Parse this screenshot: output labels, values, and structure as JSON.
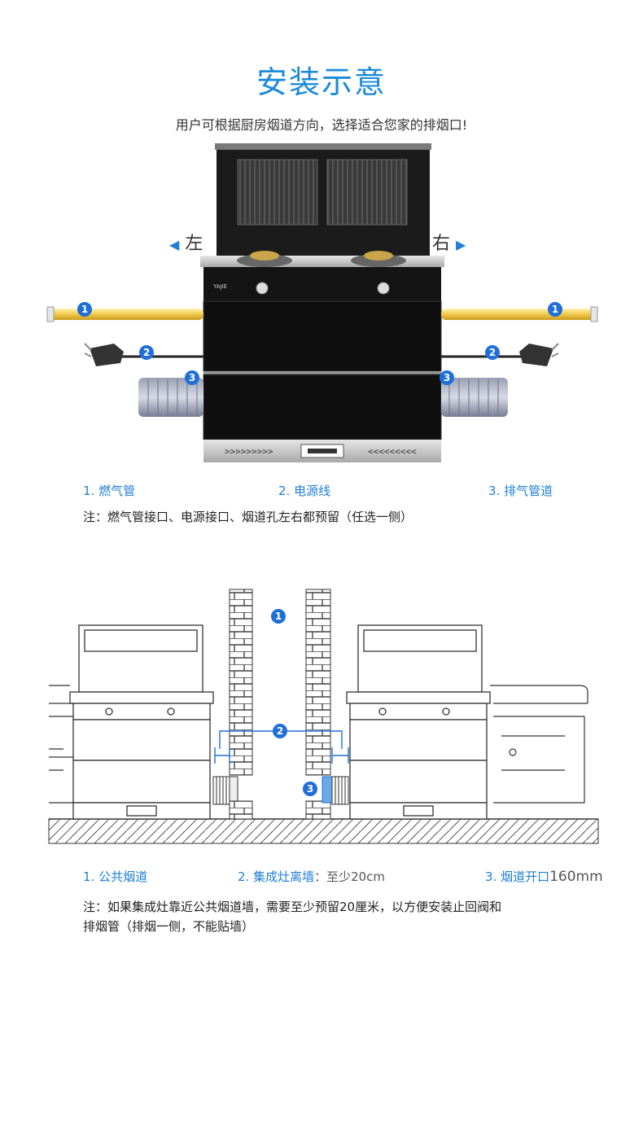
{
  "header": {
    "title": "安装示意",
    "subtitle": "用户可根据厨房烟道方向，选择适合您家的排烟口!"
  },
  "product_diagram": {
    "left_label": "左",
    "right_label": "右",
    "brand_mark": "YAJIE",
    "markers": [
      "1",
      "2",
      "3"
    ],
    "legend": [
      "1. 燃气管",
      "2. 电源线",
      "3. 排气管道"
    ],
    "note": "注：燃气管接口、电源接口、烟道孔左右都预留（任选一侧）"
  },
  "install_diagram": {
    "markers": [
      "1",
      "2",
      "3"
    ],
    "legend_1": "1. 公共烟道",
    "legend_2_main": "2. 集成灶离墙",
    "legend_2_sub": "：至少20cm",
    "legend_3_main": "3. 烟道开口",
    "legend_3_size": "160mm",
    "note_line1": "注：如果集成灶靠近公共烟道墙，需要至少预留20厘米，以方便安装止回阀和",
    "note_line2": "排烟管（排烟一侧，不能贴墙）"
  },
  "colors": {
    "accent": "#1a8ad9",
    "marker": "#1f6fd6",
    "gas_pipe": "#f2c94c"
  }
}
